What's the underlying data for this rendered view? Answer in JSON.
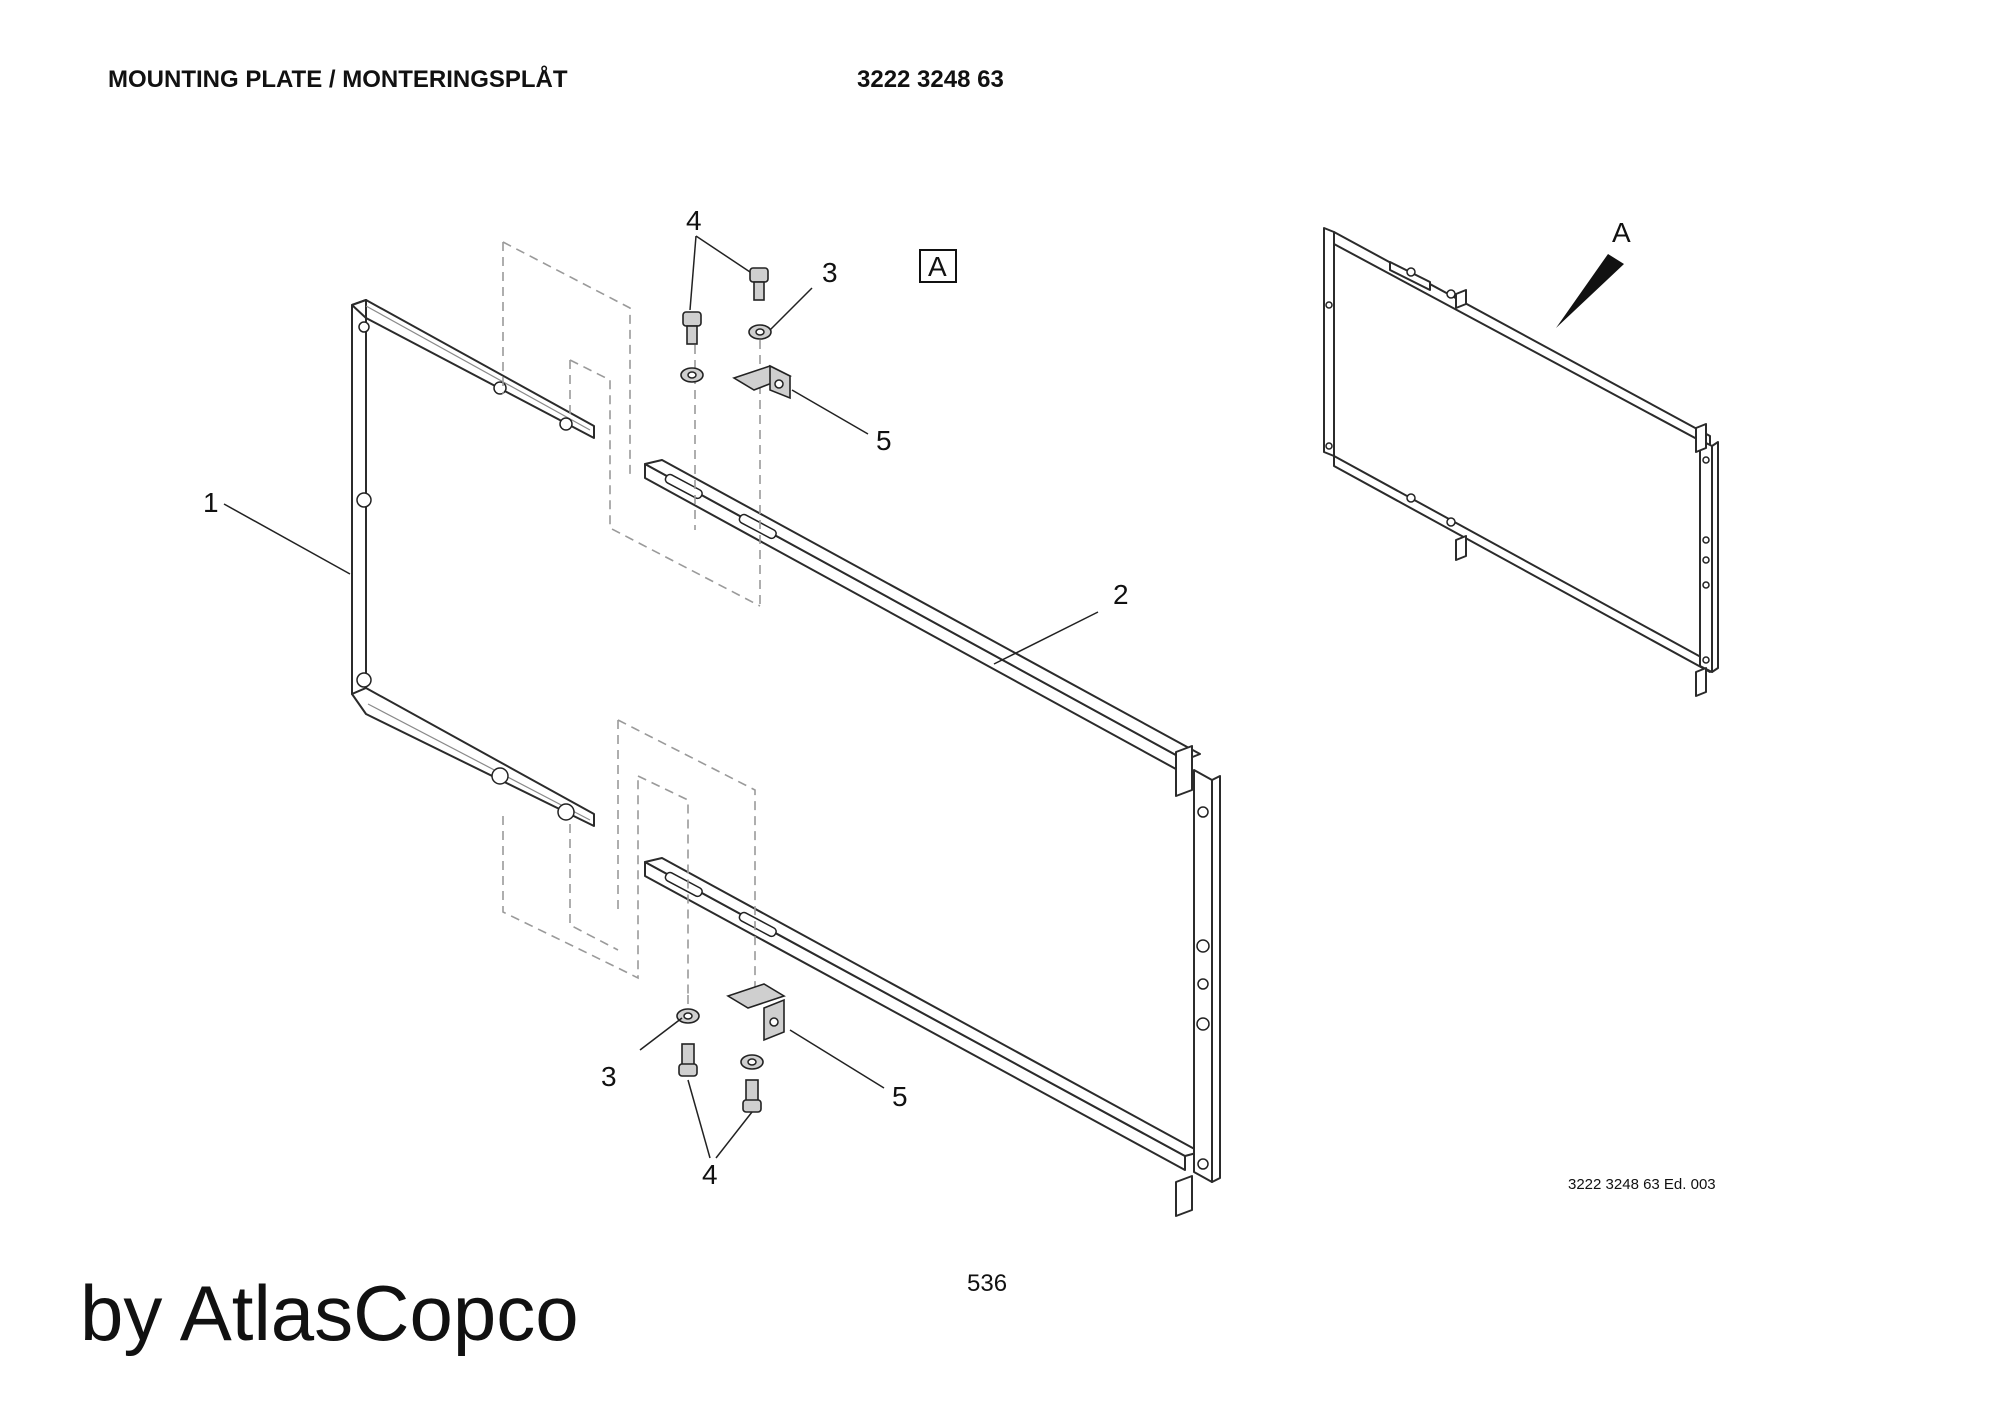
{
  "header": {
    "title": "MOUNTING PLATE / MONTERINGSPLÅT",
    "part_number": "3222 3248 63"
  },
  "view_marker": "A",
  "view_arrow_label": "A",
  "callouts": {
    "frame": "1",
    "plate": "2",
    "washer_top": "3",
    "washer_bottom": "3",
    "screw_top": "4",
    "screw_bottom": "4",
    "bracket_top": "5",
    "bracket_bottom": "5"
  },
  "edition": "3222 3248 63 Ed. 003",
  "page_number": "536",
  "brand": "by AtlasCopco"
}
